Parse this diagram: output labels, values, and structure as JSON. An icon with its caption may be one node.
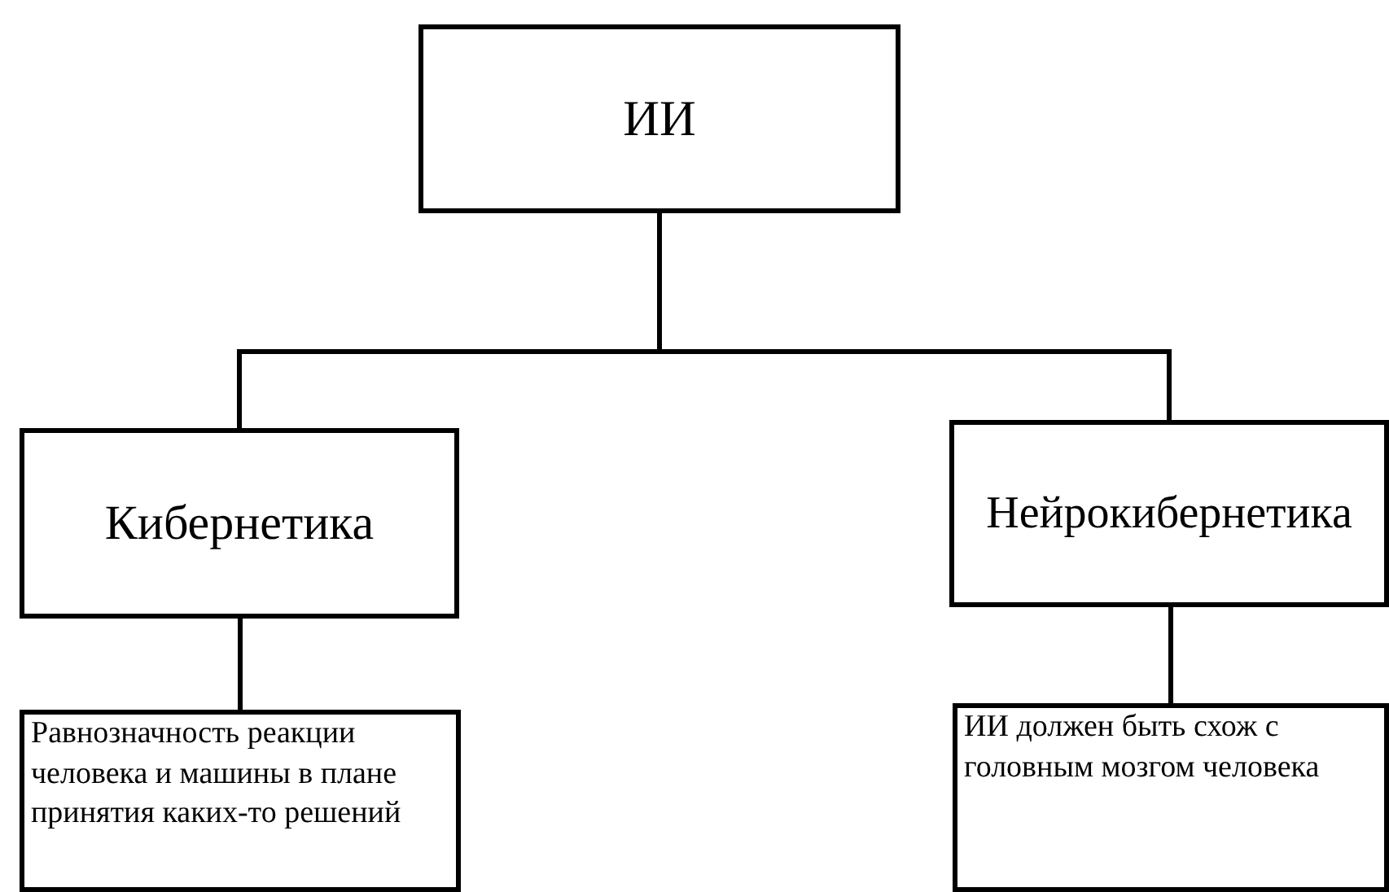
{
  "diagram": {
    "nodes": [
      {
        "text": [
          "ИИ"
        ]
      },
      {
        "text": [
          "Кибернетика"
        ]
      },
      {
        "text": [
          "Нейрокибернетика"
        ]
      },
      {
        "text": [
          "Равнозначность реакции человека и машины в плане принятия каких-то решений"
        ]
      },
      {
        "text": [
          "ИИ должен быть схож с головным мозгом человека"
        ]
      }
    ],
    "edges": [
      {
        "from": 0,
        "to": 1,
        "arrow": "none"
      },
      {
        "from": 0,
        "to": 2,
        "arrow": "none"
      },
      {
        "from": 1,
        "to": 3,
        "arrow": "none"
      },
      {
        "from": 2,
        "to": 4,
        "arrow": "none"
      }
    ]
  }
}
